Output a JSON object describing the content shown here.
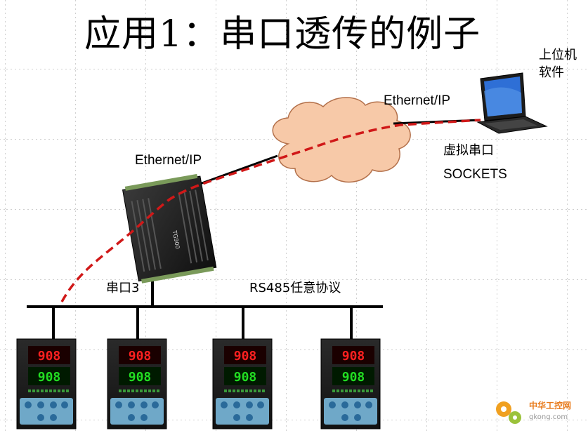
{
  "title": "应用1：串口透传的例子",
  "labels": {
    "ethernet_top": "Ethernet/IP",
    "ethernet_left": "Ethernet/IP",
    "host_software_line1": "上位机",
    "host_software_line2": "软件",
    "virtual_serial": "虚拟串口",
    "sockets": "SOCKETS",
    "serial_port": "串口3",
    "rs485": "RS485任意协议"
  },
  "device": {
    "model": "TG900"
  },
  "controllers": [
    {
      "pv": "908",
      "sv": "908"
    },
    {
      "pv": "908",
      "sv": "908"
    },
    {
      "pv": "908",
      "sv": "908"
    },
    {
      "pv": "908",
      "sv": "908"
    }
  ],
  "watermark": {
    "line1": "中华工控网",
    "line2": "gkong.com"
  },
  "colors": {
    "dashed_path": "#d01818",
    "cloud": "#f7c9a8",
    "cloud_edge": "#b3704a",
    "grid": "#a0a0a0",
    "display_red": "#ff2020",
    "display_green": "#22dd22"
  }
}
